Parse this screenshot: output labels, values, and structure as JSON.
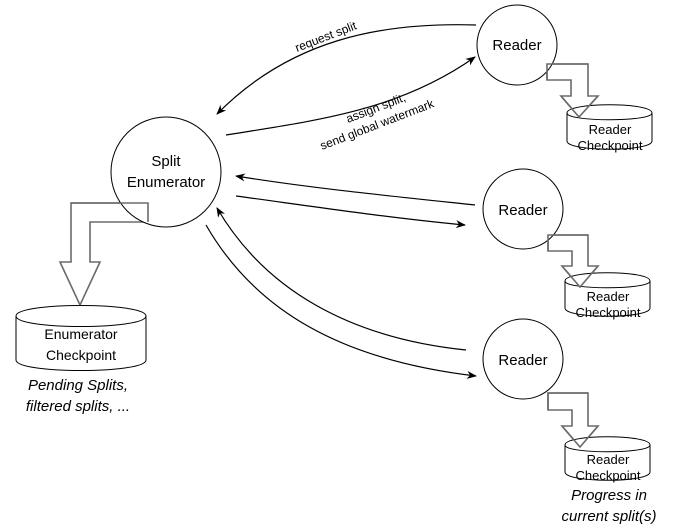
{
  "diagram": {
    "nodes": {
      "enumerator": {
        "line1": "Split",
        "line2": "Enumerator"
      },
      "reader1": {
        "label": "Reader"
      },
      "reader2": {
        "label": "Reader"
      },
      "reader3": {
        "label": "Reader"
      }
    },
    "stores": {
      "enumerator_checkpoint": {
        "line1": "Enumerator",
        "line2": "Checkpoint"
      },
      "reader1_checkpoint": {
        "line1": "Reader",
        "line2": "Checkpoint"
      },
      "reader2_checkpoint": {
        "line1": "Reader",
        "line2": "Checkpoint"
      },
      "reader3_checkpoint": {
        "line1": "Reader",
        "line2": "Checkpoint"
      }
    },
    "edges": {
      "request_split": "request split",
      "assign_split_line1": "assign split,",
      "assign_split_line2": "send global watermark"
    },
    "notes": {
      "enumerator_state_line1": "Pending Splits,",
      "enumerator_state_line2": "filtered splits, ...",
      "reader_state_line1": "Progress in",
      "reader_state_line2": "current split(s)"
    },
    "colors": {
      "stroke": "#000000",
      "big_arrow_stroke": "#6b6b6b",
      "background": "#ffffff"
    }
  }
}
